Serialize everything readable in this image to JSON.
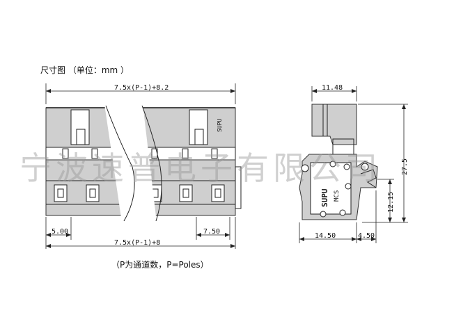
{
  "title": "尺寸图  （单位：mm ）",
  "caption": "（P为通道数，P=Poles）",
  "watermark": "宁波速普电子有限公司",
  "brand_marks": {
    "front_logo": "SUPU",
    "side_logo": "SUPU",
    "side_model": "MCS"
  },
  "dimensions": {
    "top_width": "7.5x(P-1)+8.2",
    "bottom_width": "7.5x(P-1)+8",
    "left_offset": "5.00",
    "pitch": "7.50",
    "side_top_width": "11.48",
    "side_height": "27.5",
    "side_inner_height": "12.15",
    "side_bottom_left": "14.50",
    "side_bottom_right": "4.50"
  },
  "colors": {
    "line": "#222222",
    "body": "#cfcfcf",
    "watermark": "#969696"
  }
}
